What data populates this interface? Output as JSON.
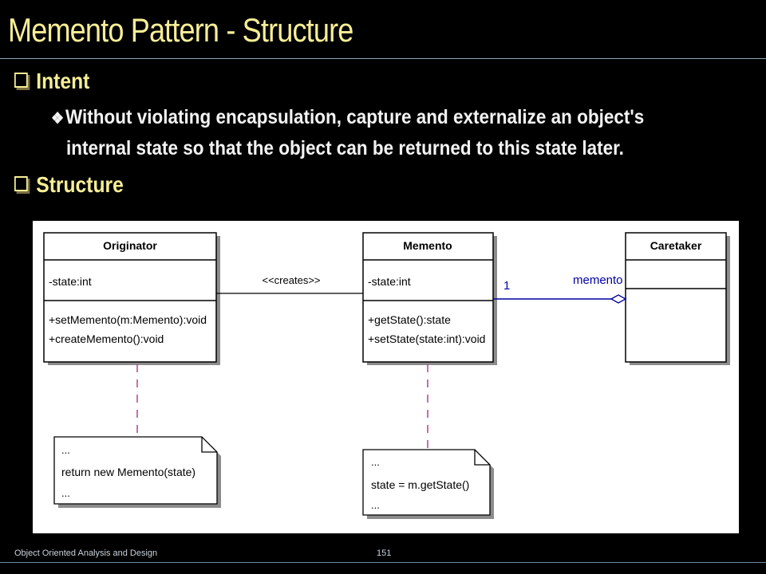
{
  "slide": {
    "title": "Memento Pattern - Structure",
    "bullets": [
      {
        "label": "Intent"
      },
      {
        "label": "Structure"
      }
    ],
    "intent_text_line1": "Without violating encapsulation, capture and externalize an object's",
    "intent_text_line2": "internal state so that the object can be returned to this state later."
  },
  "diagram": {
    "originator": {
      "name": "Originator",
      "attributes": [
        "-state:int"
      ],
      "operations": [
        "+setMemento(m:Memento):void",
        "+createMemento():void"
      ]
    },
    "memento": {
      "name": "Memento",
      "attributes": [
        "-state:int"
      ],
      "operations": [
        "+getState():state",
        "+setState(state:int):void"
      ]
    },
    "caretaker": {
      "name": "Caretaker"
    },
    "creates_label": "<<creates>>",
    "multiplicity": "1",
    "role_label": "memento",
    "note_originator": [
      "...",
      "return new Memento(state)",
      "..."
    ],
    "note_memento": [
      "...",
      "state = m.getState()",
      "..."
    ],
    "colors": {
      "association": "#0000a0",
      "role_label": "#0000a0",
      "dashed_link": "#b0308f"
    }
  },
  "footer": {
    "course": "Object Oriented Analysis and Design",
    "page": "151"
  }
}
